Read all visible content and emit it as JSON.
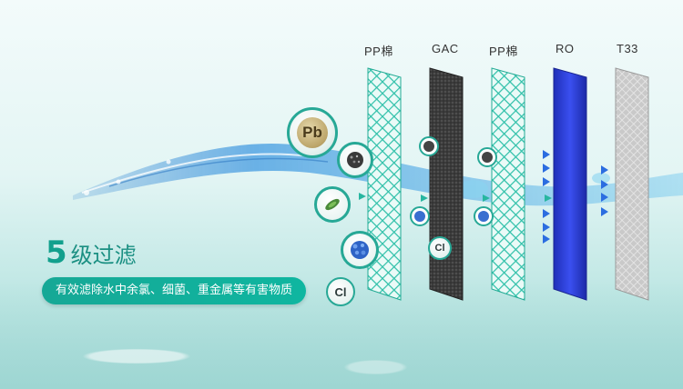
{
  "filter_layers": [
    {
      "label": "PP棉"
    },
    {
      "label": "GAC"
    },
    {
      "label": "PP棉"
    },
    {
      "label": "RO"
    },
    {
      "label": "T33"
    }
  ],
  "title": {
    "number": "5",
    "text": "级过滤"
  },
  "subtitle": "有效滤除水中余氯、细菌、重金属等有害物质",
  "contaminants": {
    "lead": "Pb",
    "chlorine": "Cl"
  },
  "colors": {
    "pp_mesh": "#2fc0a9",
    "gac": "#3a3a3a",
    "ro": "#2a3fd8",
    "t33": "#bdbdbd",
    "accent": "#16a896"
  }
}
